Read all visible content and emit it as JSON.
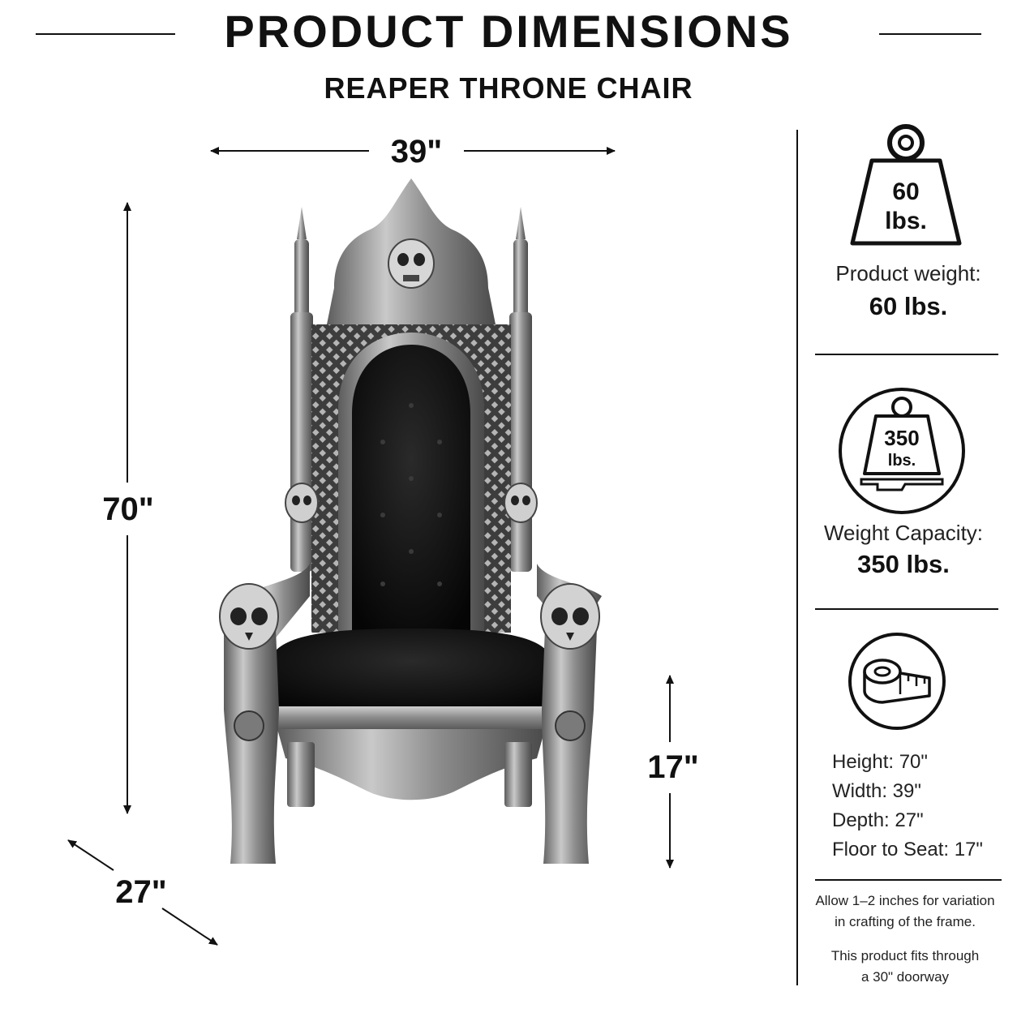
{
  "header": {
    "title": "PRODUCT DIMENSIONS",
    "subtitle": "REAPER THRONE CHAIR"
  },
  "dimensions": {
    "width": "39\"",
    "height": "70\"",
    "depth": "27\"",
    "seat_height": "17\""
  },
  "weight_panel": {
    "icon_text_value": "60",
    "icon_text_unit": "lbs.",
    "label": "Product weight:",
    "value": "60 lbs."
  },
  "capacity_panel": {
    "icon_text_value": "350",
    "icon_text_unit": "lbs.",
    "label": "Weight Capacity:",
    "value": "350 lbs."
  },
  "specs": {
    "height": "Height: 70\"",
    "width": "Width: 39\"",
    "depth": "Depth: 27\"",
    "floor_to_seat": "Floor to Seat: 17\""
  },
  "notes": {
    "line1": "Allow 1–2 inches for variation",
    "line2": "in crafting of the frame.",
    "line3": "This product fits through",
    "line4": "a 30\" doorway"
  },
  "icons": {
    "weight": "weight-icon",
    "capacity": "capacity-weight-icon",
    "tape": "tape-measure-icon"
  },
  "colors": {
    "text": "#111111",
    "silver": "#9a9a9a",
    "velvet": "#0b0b0b"
  }
}
